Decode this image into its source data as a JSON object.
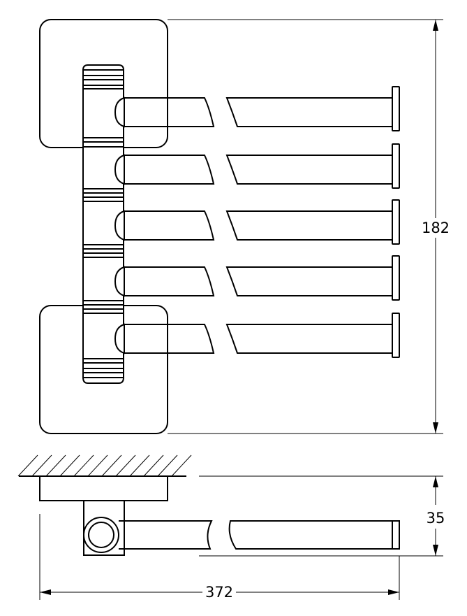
{
  "dimensions": {
    "height_label": "182",
    "depth_label": "35",
    "width_label": "372"
  },
  "drawing": {
    "arm_count": 5,
    "line_color": "#000000",
    "background": "#ffffff"
  }
}
